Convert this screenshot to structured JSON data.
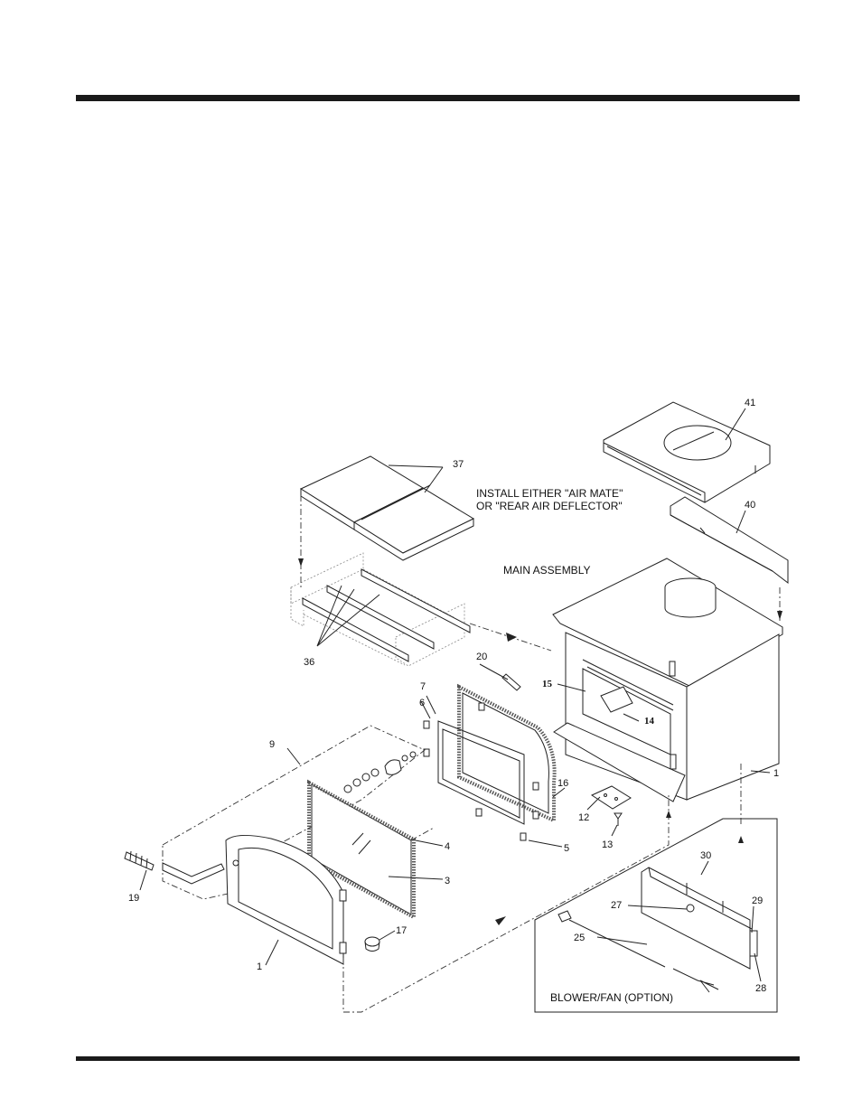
{
  "callouts": {
    "c1_stove": "1",
    "c1_door": "1",
    "c3": "3",
    "c4": "4",
    "c5": "5",
    "c6": "6",
    "c7": "7",
    "c9": "9",
    "c12": "12",
    "c13": "13",
    "c14": "14",
    "c15": "15",
    "c16": "16",
    "c17": "17",
    "c19": "19",
    "c20": "20",
    "c25": "25",
    "c27": "27",
    "c28": "28",
    "c29": "29",
    "c30": "30",
    "c36": "36",
    "c37": "37",
    "c40": "40",
    "c41": "41"
  },
  "notes": {
    "install_line1": "INSTALL EITHER \"AIR MATE\"",
    "install_line2": "OR \"REAR AIR DEFLECTOR\"",
    "main_assembly": "MAIN ASSEMBLY",
    "blower_fan": "BLOWER/FAN (OPTION)"
  }
}
